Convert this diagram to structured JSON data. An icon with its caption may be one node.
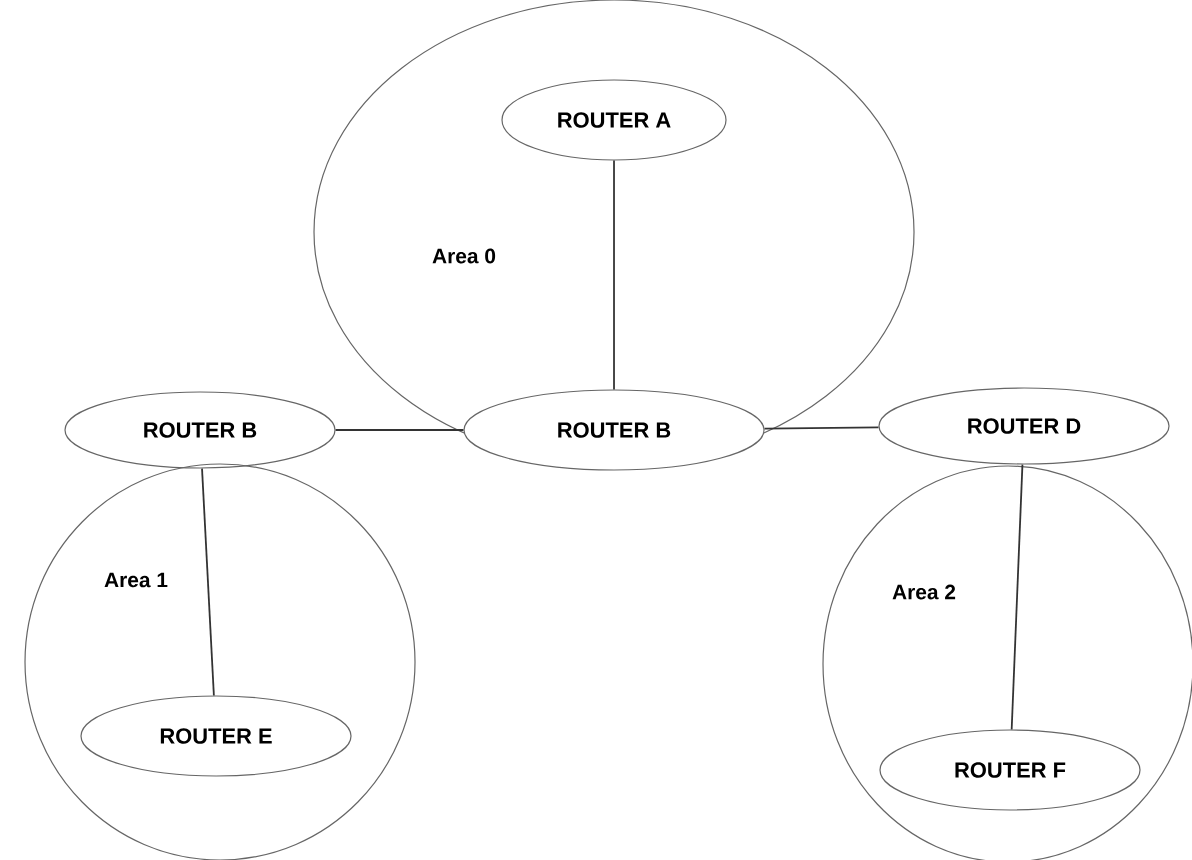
{
  "diagram": {
    "nodes": [
      {
        "text": [
          "Area 0"
        ]
      },
      {
        "text": [
          "ROUTER A"
        ],
        "in": 0
      },
      {
        "text": [
          "ROUTER B"
        ]
      },
      {
        "text": [
          "ROUTER B"
        ],
        "in": 0
      },
      {
        "text": [
          "ROUTER D"
        ]
      },
      {
        "text": [
          "Area 1"
        ]
      },
      {
        "text": [
          "ROUTER E"
        ],
        "in": 5
      },
      {
        "text": [
          "Area 2"
        ]
      },
      {
        "text": [
          "ROUTER F"
        ],
        "in": 7
      }
    ],
    "edges": [
      {
        "from": 1,
        "to": 3,
        "arrow": "none"
      },
      {
        "from": 2,
        "to": 3,
        "arrow": "none"
      },
      {
        "from": 3,
        "to": 4,
        "arrow": "none"
      },
      {
        "from": 2,
        "to": 6,
        "arrow": "none"
      },
      {
        "from": 4,
        "to": 8,
        "arrow": "none"
      }
    ]
  }
}
